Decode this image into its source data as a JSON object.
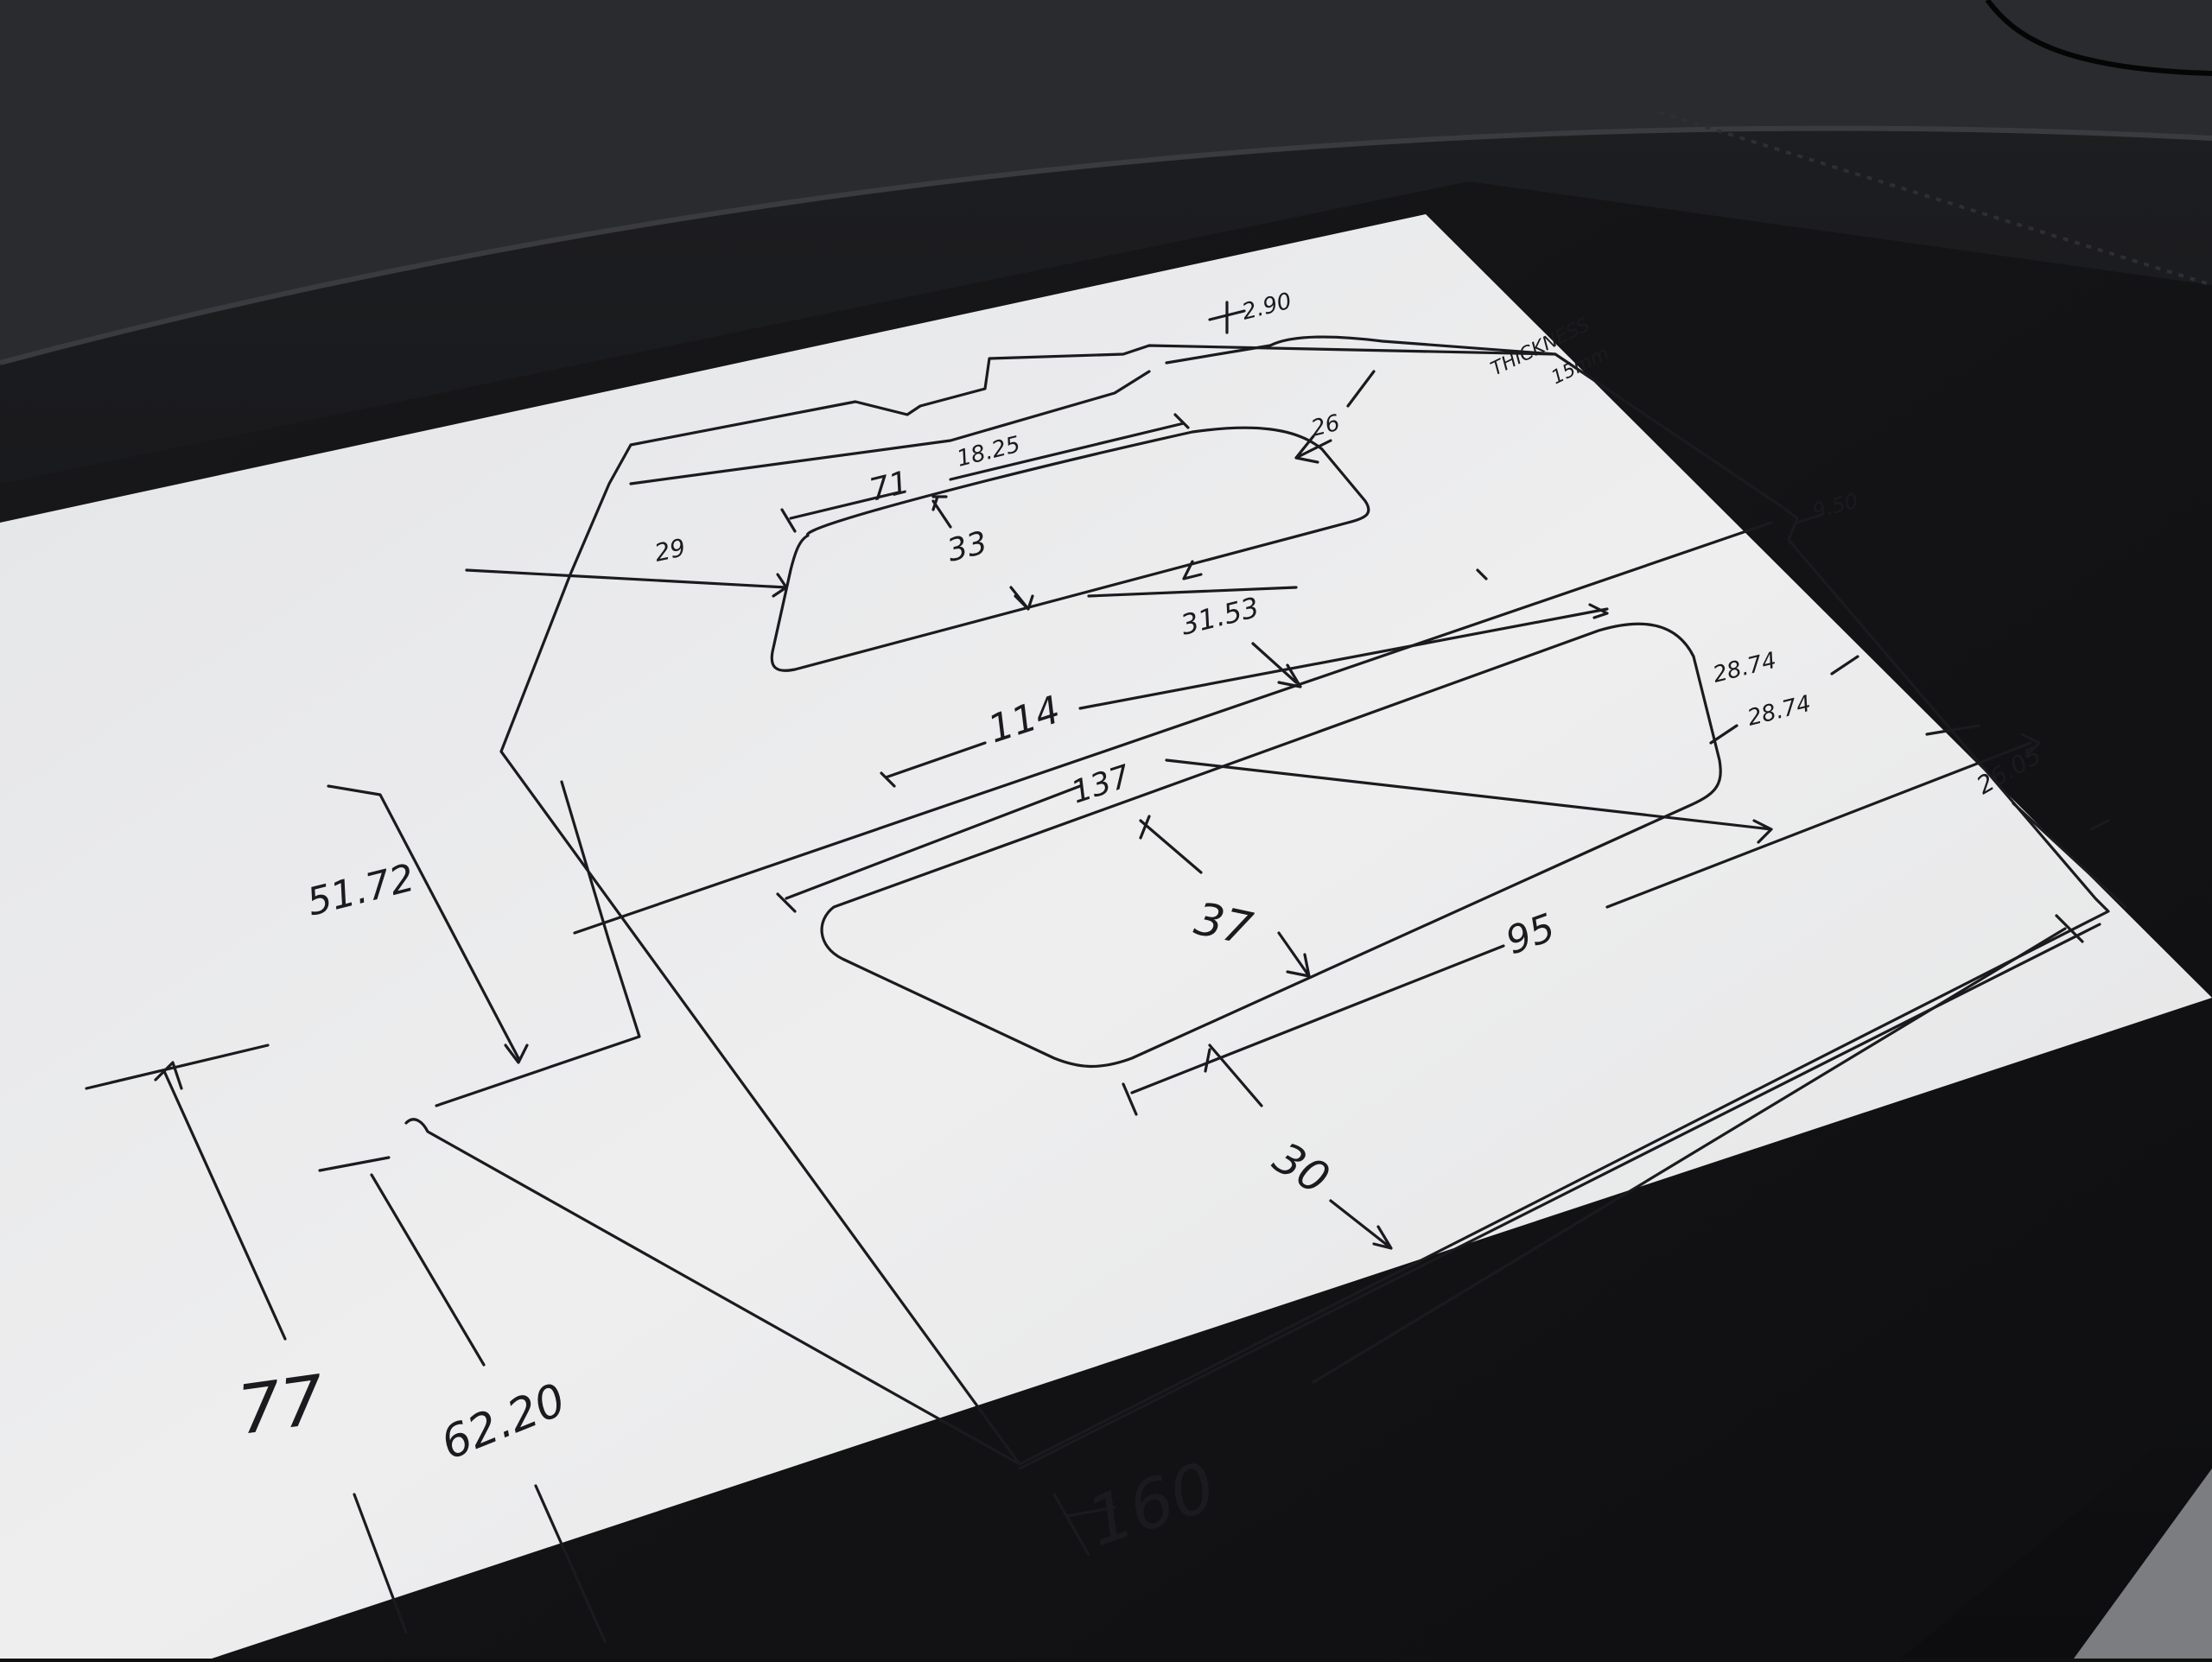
{
  "sketch": {
    "dimensions": {
      "d_290": "2.90",
      "d_1825": "18.25",
      "d_26": "26",
      "d_71": "71",
      "d_29": "29",
      "d_33": "33",
      "d_3153": "31.53",
      "d_950": "9.50",
      "d_114": "114",
      "d_2874": "28.74",
      "d_2874b": "28.74",
      "d_137": "137",
      "d_2605": "26.05",
      "d_5172": "51.72",
      "d_37": "37",
      "d_95": "95",
      "d_30": "30",
      "d_77": "77",
      "d_6220": "62.20",
      "d_160": "160"
    },
    "notes": {
      "thickness_line1": "THICKNESS",
      "thickness_line2": "15mm"
    }
  }
}
